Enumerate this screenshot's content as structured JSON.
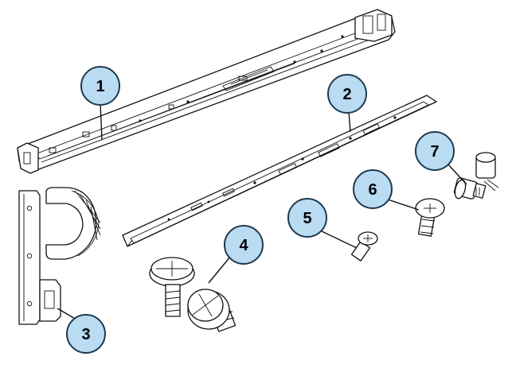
{
  "diagram": {
    "callouts": [
      {
        "id": "1",
        "label": "1"
      },
      {
        "id": "2",
        "label": "2"
      },
      {
        "id": "3",
        "label": "3"
      },
      {
        "id": "4",
        "label": "4"
      },
      {
        "id": "5",
        "label": "5"
      },
      {
        "id": "6",
        "label": "6"
      },
      {
        "id": "7",
        "label": "7"
      }
    ],
    "colors": {
      "callout_fill": "#b9dcf3",
      "callout_stroke": "#1f3a4d",
      "line_art": "#111111"
    }
  }
}
